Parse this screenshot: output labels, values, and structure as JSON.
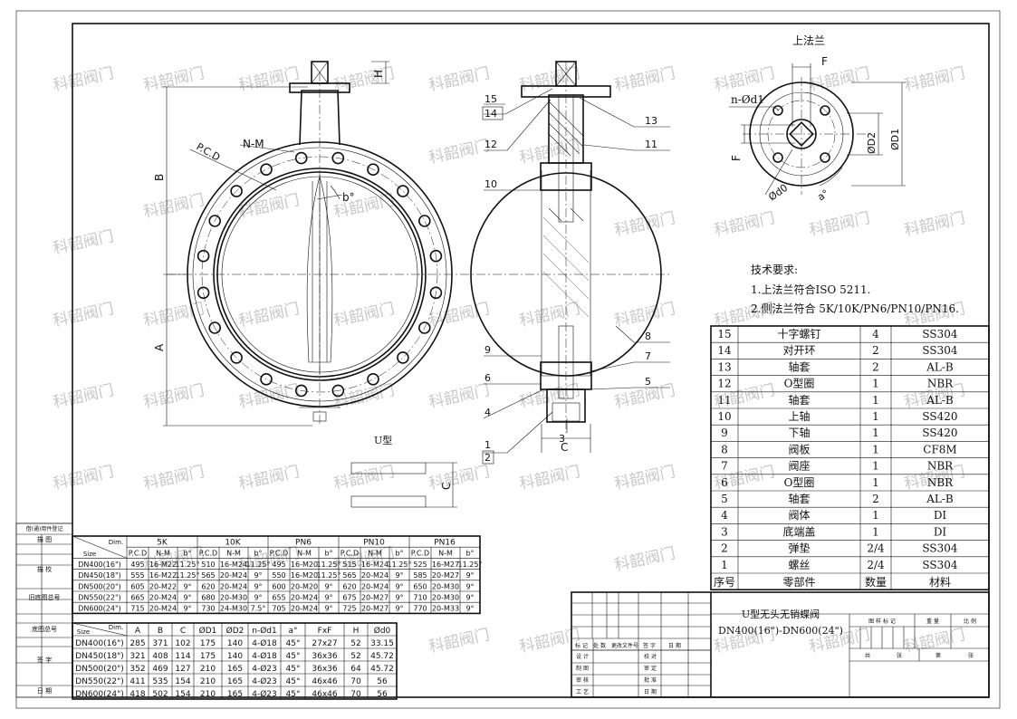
{
  "watermark": "科韶阀门",
  "views": {
    "u_label": "U型",
    "top_flange_title": "上法兰"
  },
  "front_dims": [
    "B",
    "A",
    "H",
    "N-M",
    "P.C.D",
    "b°"
  ],
  "side_dims": [
    "C"
  ],
  "top_dims": [
    "F",
    "F",
    "n-Ød1",
    "ØD2",
    "ØD1",
    "Ød0",
    "a°"
  ],
  "u_dim": "C",
  "callouts": [
    "15",
    "14",
    "12",
    "10",
    "9",
    "6",
    "4",
    "1",
    "2",
    "13",
    "11",
    "8",
    "7",
    "5",
    "3"
  ],
  "tech": {
    "title": "技术要求:",
    "items": [
      "1.上法兰符合ISO 5211.",
      "2.侧法兰符合 5K/10K/PN6/PN10/PN16."
    ]
  },
  "bom": {
    "header": [
      "序号",
      "零部件",
      "数量",
      "材料"
    ],
    "rows": [
      [
        "15",
        "十字螺钉",
        "4",
        "SS304"
      ],
      [
        "14",
        "对开环",
        "2",
        "SS304"
      ],
      [
        "13",
        "轴套",
        "2",
        "AL-B"
      ],
      [
        "12",
        "O型圈",
        "1",
        "NBR"
      ],
      [
        "11",
        "轴套",
        "1",
        "AL-B"
      ],
      [
        "10",
        "上轴",
        "1",
        "SS420"
      ],
      [
        "9",
        "下轴",
        "1",
        "SS420"
      ],
      [
        "8",
        "阀板",
        "1",
        "CF8M"
      ],
      [
        "7",
        "阀座",
        "1",
        "NBR"
      ],
      [
        "6",
        "O型圈",
        "1",
        "NBR"
      ],
      [
        "5",
        "轴套",
        "2",
        "AL-B"
      ],
      [
        "4",
        "阀体",
        "1",
        "DI"
      ],
      [
        "3",
        "底端盖",
        "1",
        "DI"
      ],
      [
        "2",
        "弹垫",
        "2/4",
        "SS304"
      ],
      [
        "1",
        "螺丝",
        "2/4",
        "SS304"
      ]
    ]
  },
  "flange_table": {
    "corner_dim": "Dim.",
    "corner_size": "Size",
    "groups": [
      "5K",
      "10K",
      "PN6",
      "PN10",
      "PN16"
    ],
    "sub": [
      "P.C.D",
      "N-M",
      "b°"
    ],
    "rows": [
      [
        "DN400(16\")",
        "495",
        "16-M22",
        "11.25°",
        "510",
        "16-M24",
        "11.25°",
        "495",
        "16-M20",
        "11.25°",
        "515",
        "16-M24",
        "11.25°",
        "525",
        "16-M27",
        "11.25°"
      ],
      [
        "DN450(18\")",
        "555",
        "16-M22",
        "11.25°",
        "565",
        "20-M24",
        "9°",
        "550",
        "16-M20",
        "11.25°",
        "565",
        "20-M24",
        "9°",
        "585",
        "20-M27",
        "9°"
      ],
      [
        "DN500(20\")",
        "605",
        "20-M22",
        "9°",
        "620",
        "20-M24",
        "9°",
        "600",
        "20-M20",
        "9°",
        "620",
        "20-M24",
        "9°",
        "650",
        "20-M30",
        "9°"
      ],
      [
        "DN550(22\")",
        "665",
        "20-M24",
        "9°",
        "680",
        "20-M30",
        "9°",
        "655",
        "20-M24",
        "9°",
        "675",
        "20-M27",
        "9°",
        "710",
        "20-M30",
        "9°"
      ],
      [
        "DN600(24\")",
        "715",
        "20-M24",
        "9°",
        "730",
        "24-M30",
        "7.5°",
        "705",
        "20-M24",
        "9°",
        "725",
        "20-M27",
        "9°",
        "770",
        "20-M33",
        "9°"
      ]
    ]
  },
  "dim_table": {
    "corner_dim": "Dim.",
    "corner_size": "Size",
    "headers": [
      "A",
      "B",
      "C",
      "ØD1",
      "ØD2",
      "n-Ød1",
      "a°",
      "FxF",
      "H",
      "Ød0"
    ],
    "rows": [
      [
        "DN400(16\")",
        "285",
        "371",
        "102",
        "175",
        "140",
        "4-Ø18",
        "45°",
        "27x27",
        "52",
        "33.15"
      ],
      [
        "DN450(18\")",
        "321",
        "408",
        "114",
        "175",
        "140",
        "4-Ø18",
        "45°",
        "36x36",
        "52",
        "45.72"
      ],
      [
        "DN500(20\")",
        "352",
        "469",
        "127",
        "210",
        "165",
        "4-Ø23",
        "45°",
        "36x36",
        "64",
        "45.72"
      ],
      [
        "DN550(22\")",
        "411",
        "535",
        "154",
        "210",
        "165",
        "4-Ø23",
        "45°",
        "46x46",
        "70",
        "56"
      ],
      [
        "DN600(24\")",
        "418",
        "502",
        "154",
        "210",
        "165",
        "4-Ø23",
        "45°",
        "46x46",
        "70",
        "56"
      ]
    ]
  },
  "side_strip": [
    "借(通)用件登记",
    "描 图",
    "描 校",
    "旧底图总号",
    "底图总号",
    "签 字",
    "日 期"
  ],
  "title_block": {
    "product": "U型无头无销蝶阀",
    "range": "DN400(16\")-DN600(24\")",
    "rev_labels": [
      "标 记",
      "处 数",
      "更改文件号",
      "签 字",
      "日 期"
    ],
    "sign_left": [
      "设 计",
      "制 图",
      "审 核",
      "工 艺"
    ],
    "sign_right": [
      "校 对",
      "审 定",
      "批 准",
      "日 期"
    ],
    "info": [
      "图 样 标 记",
      "重 量",
      "比 例"
    ],
    "sheet": [
      "共",
      "张",
      "第",
      "张"
    ]
  }
}
